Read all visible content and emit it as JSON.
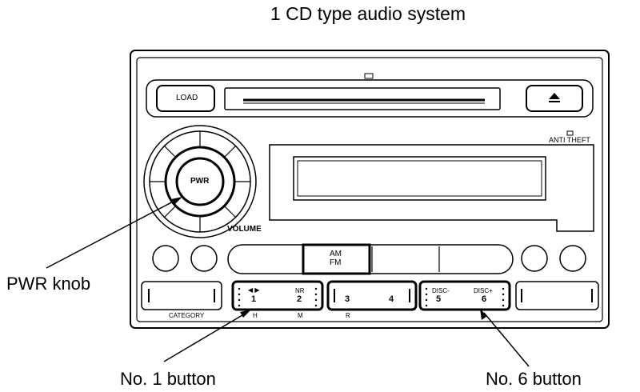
{
  "title": "1 CD type audio system",
  "labels": {
    "pwr_knob": "PWR knob",
    "no1_button": "No. 1 button",
    "no6_button": "No. 6 button"
  },
  "unit": {
    "load": "LOAD",
    "eject_symbol": "▲",
    "anti_theft": "ANTI THEFT",
    "pwr": "PWR",
    "volume": "VOLUME",
    "am": "AM",
    "fm": "FM",
    "category": "CATEGORY",
    "btn1_top": "◀ ▶",
    "btn1_num": "1",
    "btn1_sub": "H",
    "btn2_top": "NR",
    "btn2_num": "2",
    "btn2_sub": "M",
    "btn3_num": "3",
    "btn3_sub": "R",
    "btn4_num": "4",
    "btn5_top": "DISC-",
    "btn5_num": "5",
    "btn6_top": "DISC+",
    "btn6_num": "6"
  }
}
